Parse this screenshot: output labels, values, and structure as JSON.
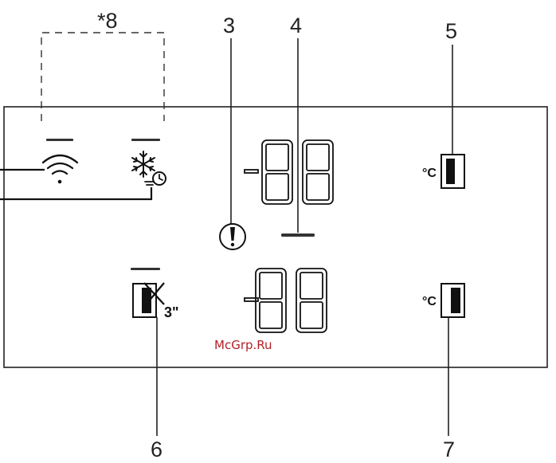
{
  "callouts": {
    "c8": "*8",
    "c3": "3",
    "c4": "4",
    "c5": "5",
    "c6": "6",
    "c7": "7"
  },
  "labels": {
    "celsius_upper": "°C",
    "celsius_lower": "°C",
    "duration": "3\""
  },
  "watermark": "McGrp.Ru",
  "icons": {
    "wifi": "wifi-icon",
    "superfreeze": "snowflake-timer-icon",
    "alarm": "exclamation-alert-icon",
    "temp_upper": "temperature-bar-icon",
    "temp_lower": "temperature-bar-icon",
    "door_hold": "crossed-door-button-icon"
  },
  "colors": {
    "line": "#222222",
    "watermark": "#b32027"
  }
}
